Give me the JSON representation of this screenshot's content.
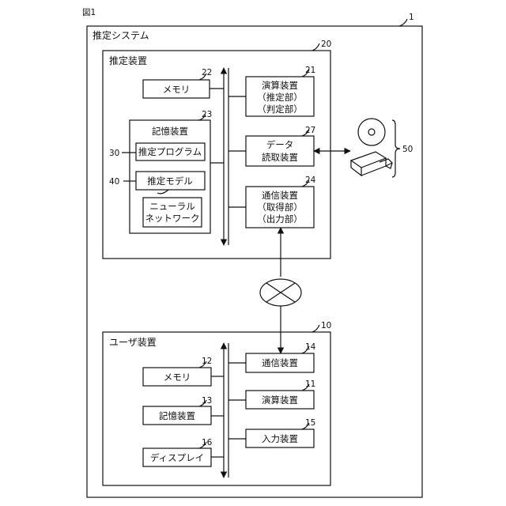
{
  "figure_label": "図1",
  "system": {
    "ref": "1",
    "title": "推定システム"
  },
  "estimation_device": {
    "ref": "20",
    "title": "推定装置",
    "memory": {
      "ref": "22",
      "label": "メモリ"
    },
    "storage": {
      "ref": "23",
      "label": "記憶装置",
      "program": {
        "ref": "30",
        "label": "推定プログラム"
      },
      "model": {
        "ref": "40",
        "label": "推定モデル"
      },
      "network": {
        "line1": "ニューラル",
        "line2": "ネットワーク"
      }
    },
    "compute": {
      "ref": "21",
      "line1": "演算装置",
      "line2": "（推定部）",
      "line3": "（判定部）"
    },
    "reader": {
      "ref": "27",
      "line1": "データ",
      "line2": "読取装置"
    },
    "comm": {
      "ref": "24",
      "line1": "通信装置",
      "line2": "（取得部）",
      "line3": "（出力部）"
    }
  },
  "media": {
    "ref": "50"
  },
  "user_device": {
    "ref": "10",
    "title": "ユーザ装置",
    "memory": {
      "ref": "12",
      "label": "メモリ"
    },
    "storage": {
      "ref": "13",
      "label": "記憶装置"
    },
    "display": {
      "ref": "16",
      "label": "ディスプレイ"
    },
    "comm": {
      "ref": "14",
      "label": "通信装置"
    },
    "compute": {
      "ref": "11",
      "label": "演算装置"
    },
    "input": {
      "ref": "15",
      "label": "入力装置"
    }
  }
}
